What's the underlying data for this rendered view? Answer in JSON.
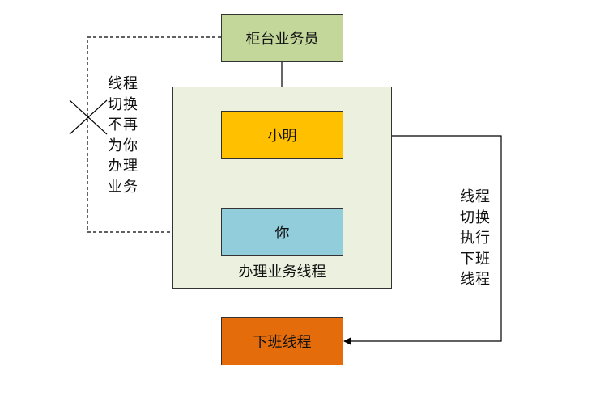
{
  "nodes": {
    "clerk": "柜台业务员",
    "xiaoming": "小明",
    "you": "你",
    "off_duty_thread": "下班线程"
  },
  "group": {
    "label": "办理业务线程"
  },
  "annotations": {
    "left": "线程\n切换\n不再\n为你\n办理\n业务",
    "right": "线程\n切换\n执行\n下班\n线程"
  },
  "colors": {
    "clerk": "#c4d79b",
    "group": "#ebf1de",
    "xiaoming": "#ffc000",
    "you": "#92cddc",
    "off_duty_thread": "#e46c0a"
  }
}
